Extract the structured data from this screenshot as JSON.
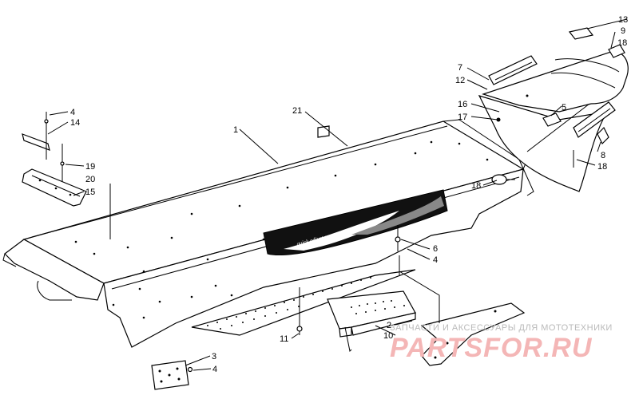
{
  "callouts": [
    {
      "id": "c1",
      "label": "1"
    },
    {
      "id": "c2",
      "label": "2"
    },
    {
      "id": "c3",
      "label": "3"
    },
    {
      "id": "c4a",
      "label": "4"
    },
    {
      "id": "c4b",
      "label": "4"
    },
    {
      "id": "c4c",
      "label": "4"
    },
    {
      "id": "c5",
      "label": "5"
    },
    {
      "id": "c6",
      "label": "6"
    },
    {
      "id": "c7",
      "label": "7"
    },
    {
      "id": "c8",
      "label": "8"
    },
    {
      "id": "c9",
      "label": "9"
    },
    {
      "id": "c10",
      "label": "10"
    },
    {
      "id": "c11",
      "label": "11"
    },
    {
      "id": "c12",
      "label": "12"
    },
    {
      "id": "c13",
      "label": "13"
    },
    {
      "id": "c14",
      "label": "14"
    },
    {
      "id": "c15",
      "label": "15"
    },
    {
      "id": "c16",
      "label": "16"
    },
    {
      "id": "c17",
      "label": "17"
    },
    {
      "id": "c18a",
      "label": "18"
    },
    {
      "id": "c18b",
      "label": "18"
    },
    {
      "id": "c18c",
      "label": "18"
    },
    {
      "id": "c19",
      "label": "19"
    },
    {
      "id": "c20",
      "label": "20"
    },
    {
      "id": "c21",
      "label": "21"
    }
  ],
  "decal_text": "quick adjust system",
  "watermark": {
    "tagline": "ЗАПЧАСТИ И АКСЕССУАРЫ ДЛЯ МОТОТЕХНИКИ",
    "logo": "PARTSFOR.RU"
  }
}
